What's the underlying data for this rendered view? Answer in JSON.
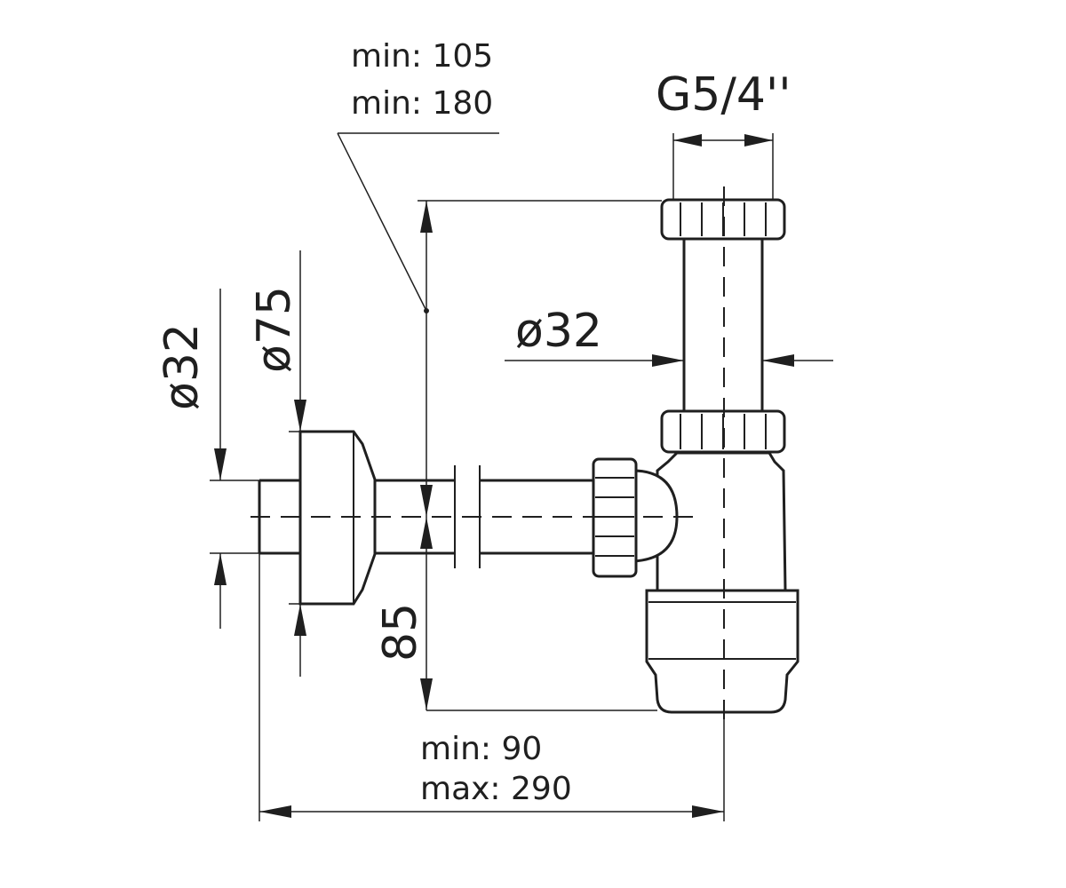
{
  "diagram": {
    "labels": {
      "height_top_min": "min: 105",
      "height_top_min2": "min: 180",
      "thread_size": "G5/4''",
      "pipe_diameter": "ø32",
      "wall_pipe_diameter": "ø32",
      "rosette_diameter": "ø75",
      "outlet_height": "85",
      "length_min": "min: 90",
      "length_max": "max: 290"
    },
    "colors": {
      "line": "#1f1f1f",
      "background": "#ffffff"
    }
  }
}
